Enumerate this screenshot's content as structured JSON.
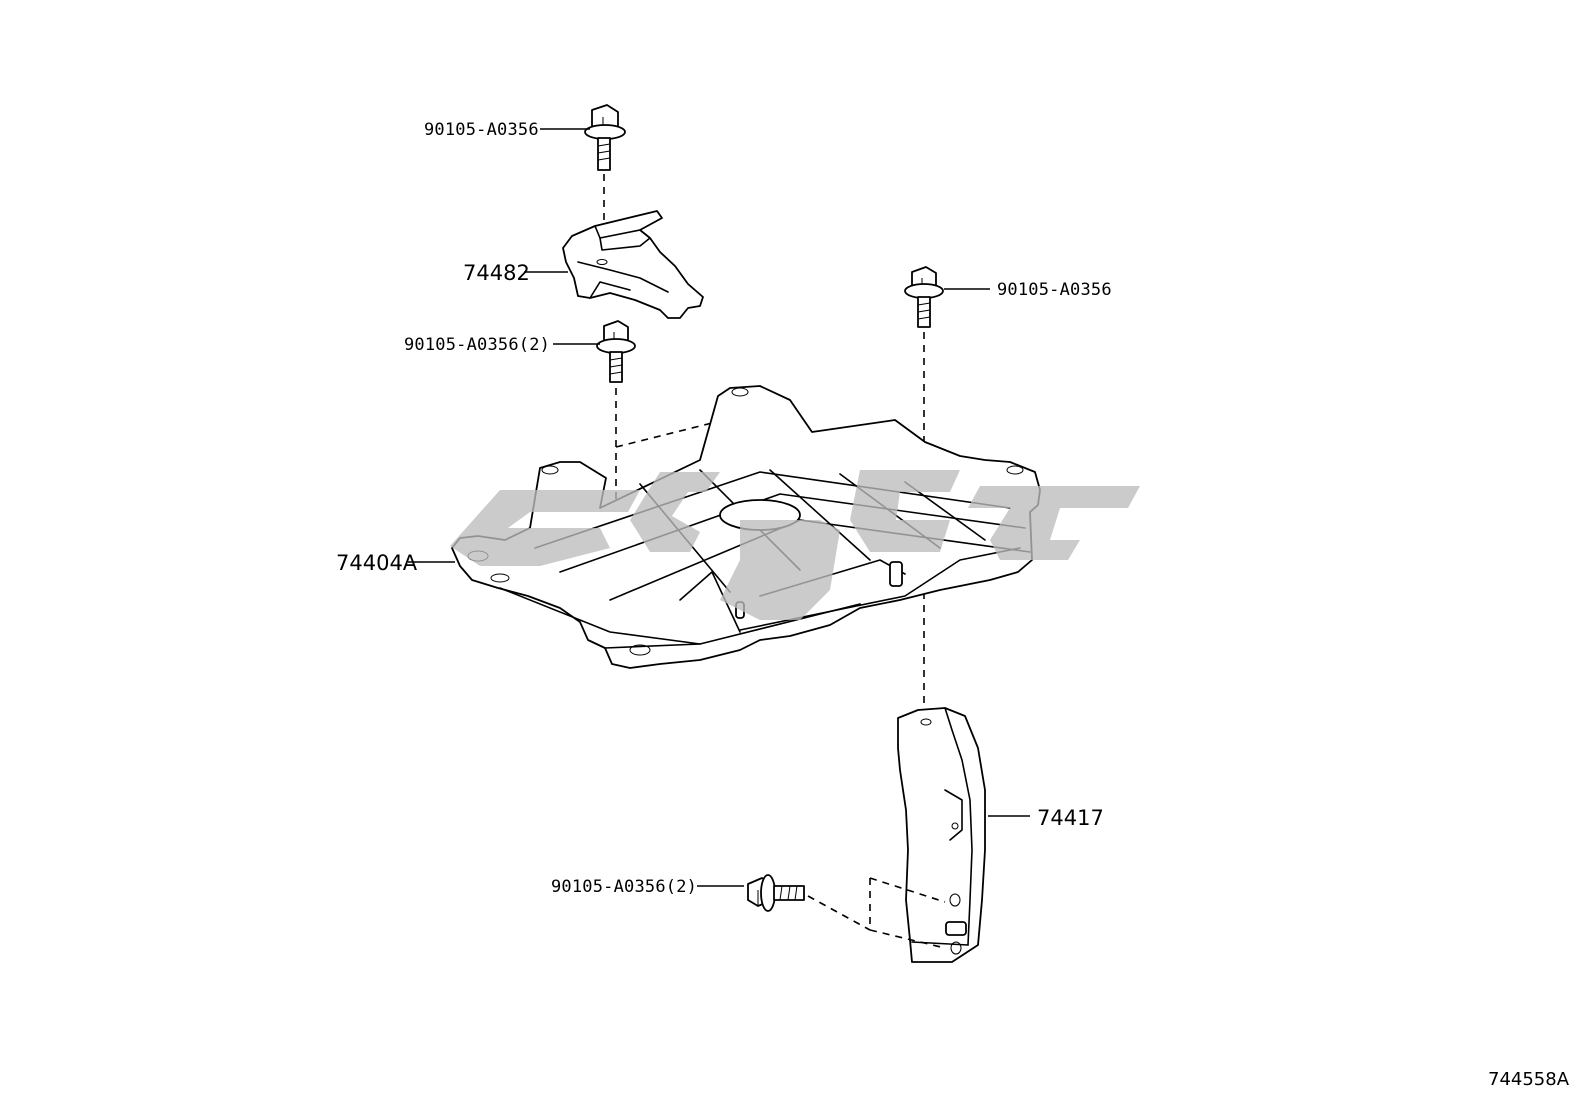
{
  "labels": {
    "bolt_top": "90105-A0356",
    "bracket_upper": "74482",
    "bolt_upper_right": "90105-A0356",
    "bolt_mid_left": "90105-A0356(2)",
    "tray": "74404A",
    "bracket_lower": "74417",
    "bolt_bottom": "90105-A0356(2)"
  },
  "reference_code": "744558A",
  "colors": {
    "line": "#000000",
    "watermark": "#bdbdbd",
    "background": "#ffffff"
  }
}
